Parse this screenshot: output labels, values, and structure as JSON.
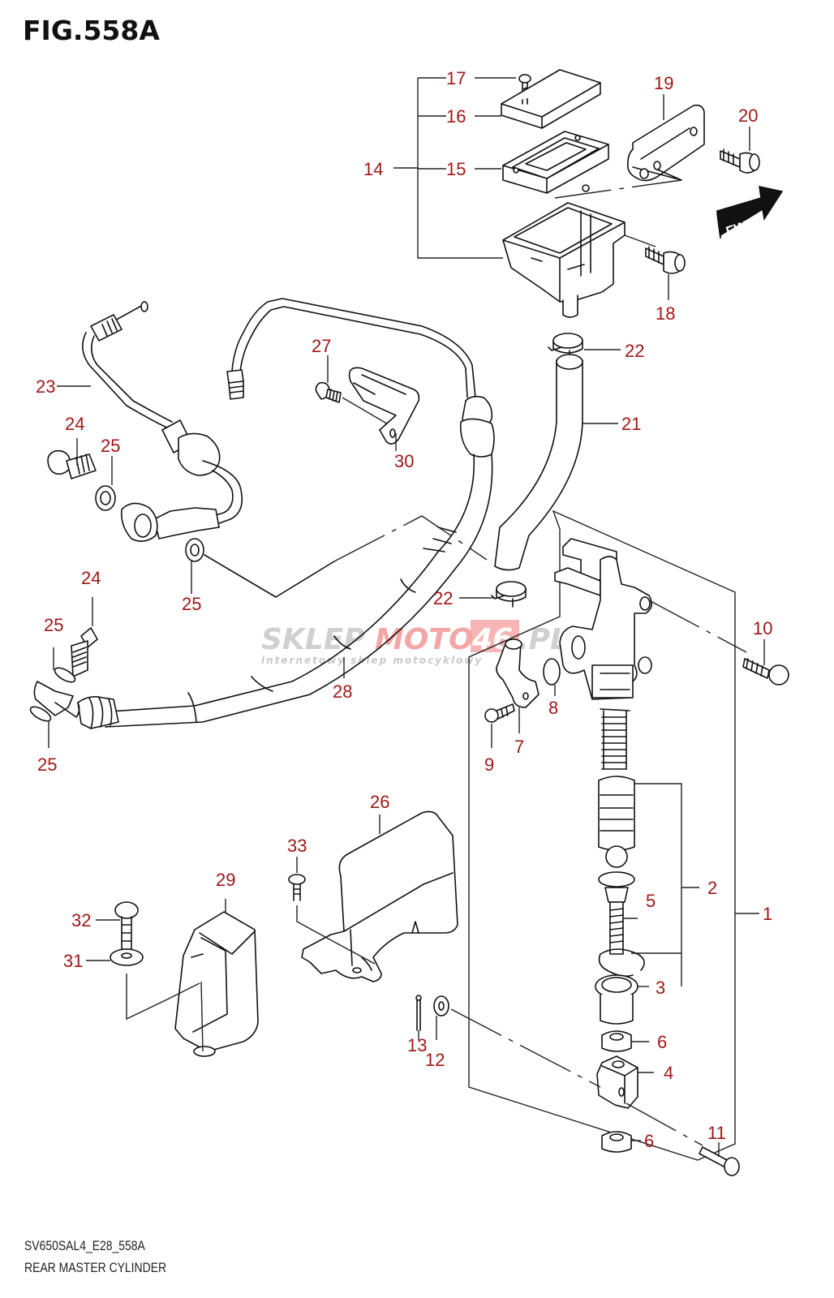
{
  "figure": {
    "title": "FIG.558A",
    "code": "SV650SAL4_E28_558A",
    "caption": "REAR MASTER CYLINDER"
  },
  "direction_badge": {
    "label": "FWD",
    "icon": "forward-arrow-icon"
  },
  "watermark": {
    "brand_part1": "SKLEP",
    "brand_part2": "MOTO",
    "brand_part3": "46",
    "brand_suffix": ".PL",
    "tagline": "internetowy sklep motocyklowy",
    "accent_color": "#f08080"
  },
  "label_color": "#a01818",
  "callouts": [
    {
      "id": "c1",
      "number": "1"
    },
    {
      "id": "c2",
      "number": "2"
    },
    {
      "id": "c3",
      "number": "3"
    },
    {
      "id": "c4",
      "number": "4"
    },
    {
      "id": "c5",
      "number": "5"
    },
    {
      "id": "c6a",
      "number": "6"
    },
    {
      "id": "c6b",
      "number": "6"
    },
    {
      "id": "c7",
      "number": "7"
    },
    {
      "id": "c8",
      "number": "8"
    },
    {
      "id": "c9",
      "number": "9"
    },
    {
      "id": "c10",
      "number": "10"
    },
    {
      "id": "c11",
      "number": "11"
    },
    {
      "id": "c12",
      "number": "12"
    },
    {
      "id": "c13",
      "number": "13"
    },
    {
      "id": "c14",
      "number": "14"
    },
    {
      "id": "c15",
      "number": "15"
    },
    {
      "id": "c16",
      "number": "16"
    },
    {
      "id": "c17",
      "number": "17"
    },
    {
      "id": "c18",
      "number": "18"
    },
    {
      "id": "c19",
      "number": "19"
    },
    {
      "id": "c20",
      "number": "20"
    },
    {
      "id": "c21",
      "number": "21"
    },
    {
      "id": "c22a",
      "number": "22"
    },
    {
      "id": "c22b",
      "number": "22"
    },
    {
      "id": "c23",
      "number": "23"
    },
    {
      "id": "c24a",
      "number": "24"
    },
    {
      "id": "c24b",
      "number": "24"
    },
    {
      "id": "c25a",
      "number": "25"
    },
    {
      "id": "c25b",
      "number": "25"
    },
    {
      "id": "c25c",
      "number": "25"
    },
    {
      "id": "c25d",
      "number": "25"
    },
    {
      "id": "c26",
      "number": "26"
    },
    {
      "id": "c27",
      "number": "27"
    },
    {
      "id": "c28",
      "number": "28"
    },
    {
      "id": "c29",
      "number": "29"
    },
    {
      "id": "c30",
      "number": "30"
    },
    {
      "id": "c31",
      "number": "31"
    },
    {
      "id": "c32",
      "number": "32"
    },
    {
      "id": "c33",
      "number": "33"
    }
  ]
}
